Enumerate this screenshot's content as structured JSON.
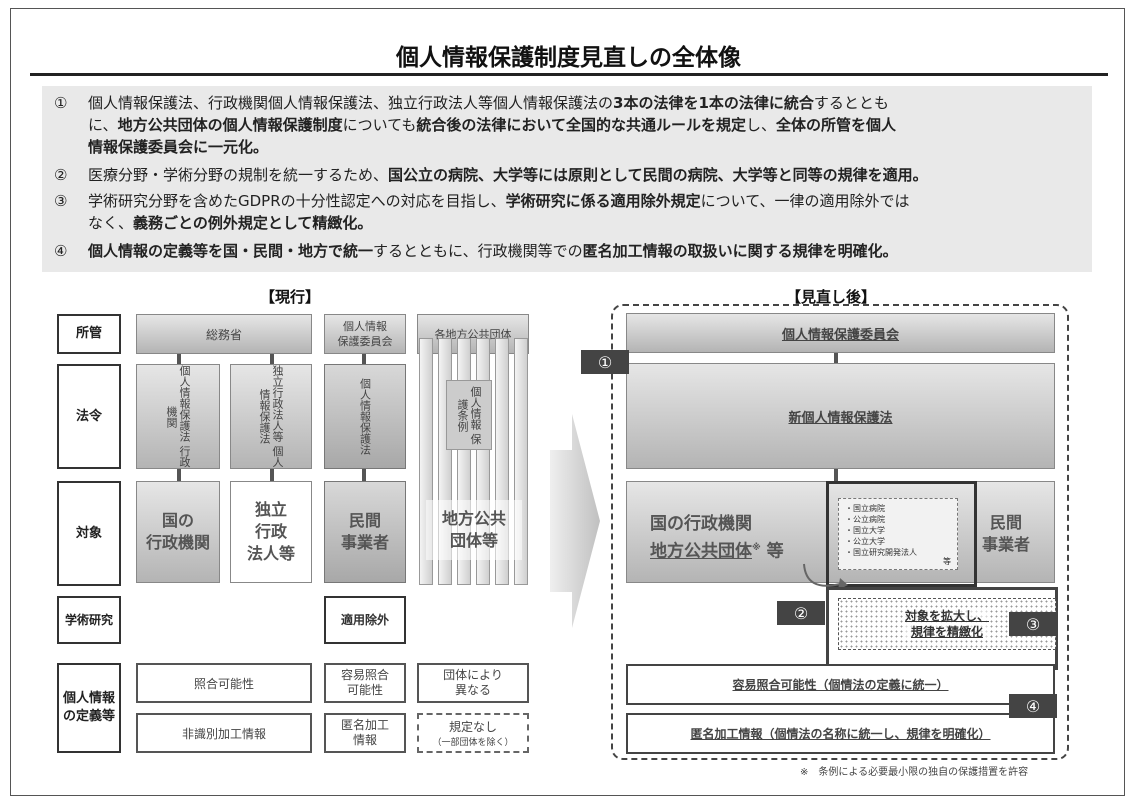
{
  "title": "個人情報保護制度見直しの全体像",
  "points": [
    {
      "num": "①",
      "lines": [
        [
          [
            "t",
            "個人情報保護法、行政機関個人情報保護法、独立行政法人等個人情報保護法の"
          ],
          [
            "b",
            "3本の法律を1本の法律に統合"
          ],
          [
            "t",
            "するととも"
          ]
        ],
        [
          [
            "t",
            "に、"
          ],
          [
            "b",
            "地方公共団体の個人情報保護制度"
          ],
          [
            "t",
            "についても"
          ],
          [
            "b",
            "統合後の法律において全国的な共通ルールを規定"
          ],
          [
            "t",
            "し、"
          ],
          [
            "b",
            "全体の所管を個人"
          ]
        ],
        [
          [
            "b",
            "情報保護委員会に一元化。"
          ]
        ]
      ]
    },
    {
      "num": "②",
      "lines": [
        [
          [
            "t",
            "医療分野・学術分野の規制を統一するため、"
          ],
          [
            "b",
            "国公立の病院、大学等には原則として民間の病院、大学等と同等の規律を適用。"
          ]
        ]
      ]
    },
    {
      "num": "③",
      "lines": [
        [
          [
            "t",
            "学術研究分野を含めたGDPRの十分性認定への対応を目指し、"
          ],
          [
            "b",
            "学術研究に係る適用除外規定"
          ],
          [
            "t",
            "について、一律の適用除外では"
          ]
        ],
        [
          [
            "t",
            "なく、"
          ],
          [
            "b",
            "義務ごとの例外規定として精緻化。"
          ]
        ]
      ]
    },
    {
      "num": "④",
      "lines": [
        [
          [
            "b",
            "個人情報の定義等を国・民間・地方で統一"
          ],
          [
            "t",
            "するとともに、行政機関等での"
          ],
          [
            "b",
            "匿名加工情報の取扱いに関する規律を明確化。"
          ]
        ]
      ]
    }
  ],
  "current": {
    "label": "【現行】",
    "rows": {
      "shokan": "所管",
      "horei": "法令",
      "taisho": "対象",
      "gakujutsu": "学術研究",
      "teigi": "個人情報\nの定義等"
    },
    "shokan_somu": "総務省",
    "shokan_ppc": "個人情報\n保護委員会",
    "shokan_local": "各地方公共団体",
    "law_gyosei": "個人情報保護法 行政機関",
    "law_dokuho": "独立行政法人等 個人情報保護法",
    "law_kojin": "個人情報保護法",
    "law_jorei": "個人情報 保護条例",
    "target_kuni": "国の\n行政機関",
    "target_dokuho": "独立\n行政\n法人等",
    "target_minkan": "民間\n事業者",
    "target_local": "地方公共\n団体等",
    "academic_exempt": "適用除外",
    "def_shogo": "照合可能性",
    "def_yoi": "容易照合\n可能性",
    "def_dantai": "団体により\n異なる",
    "def_hishikibetsu": "非識別加工情報",
    "def_tokumei": "匿名加工\n情報",
    "def_nashi": "規定なし",
    "def_nashi_note": "（一部団体を除く）"
  },
  "after": {
    "label": "【見直し後】",
    "ppc": "個人情報保護委員会",
    "law": "新個人情報保護法",
    "target_left_1": "国の行政機関",
    "target_left_2": "地方公共団体",
    "target_left_mark": "※",
    "target_left_etc": "等",
    "target_right": "民間\n事業者",
    "list": [
      "・国立病院",
      "・公立病院",
      "・国立大学",
      "・公立大学",
      "・国立研究開発法人"
    ],
    "list_etc": "等",
    "expand": "対象を拡大し、\n規律を精緻化",
    "def1": "容易照合可能性（個情法の定義に統一）",
    "def2": "匿名加工情報（個情法の名称に統一し、規律を明確化）",
    "badges": [
      "①",
      "②",
      "③",
      "④"
    ],
    "footnote": "※　条例による必要最小限の独自の保護措置を許容"
  }
}
